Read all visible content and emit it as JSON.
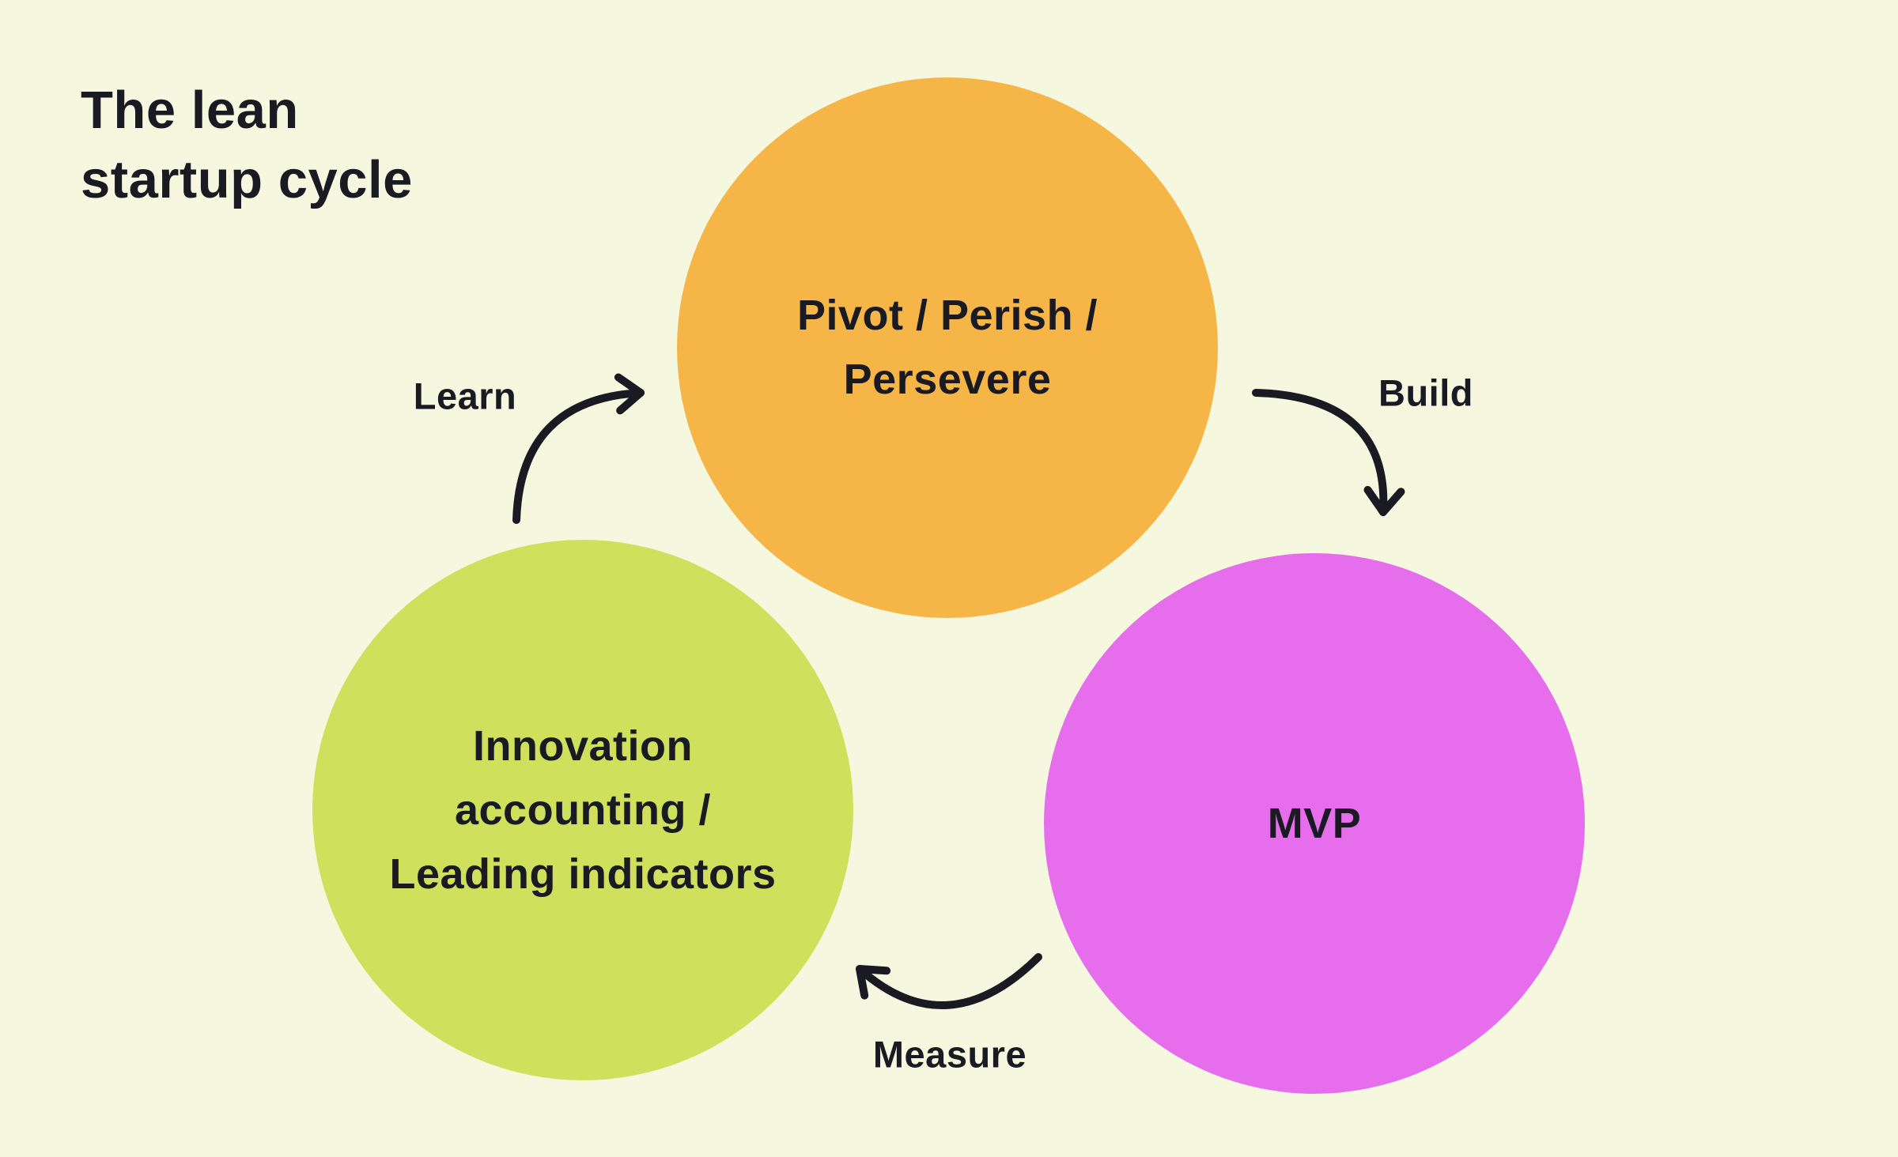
{
  "title": {
    "lines": [
      "The lean",
      "startup cycle"
    ]
  },
  "colors": {
    "background": "#F5F8DF",
    "ink": "#1A1A23",
    "node_pivot": "#F6B547",
    "node_innovation": "#CFE15C",
    "node_mvp": "#E66EEC"
  },
  "nodes": {
    "pivot": {
      "lines": [
        "Pivot / Perish /",
        "Persevere"
      ]
    },
    "innovation": {
      "lines": [
        "Innovation",
        "accounting /",
        "Leading indicators"
      ]
    },
    "mvp": {
      "lines": [
        "MVP"
      ]
    }
  },
  "edges": {
    "learn": {
      "label": "Learn"
    },
    "build": {
      "label": "Build"
    },
    "measure": {
      "label": "Measure"
    }
  }
}
